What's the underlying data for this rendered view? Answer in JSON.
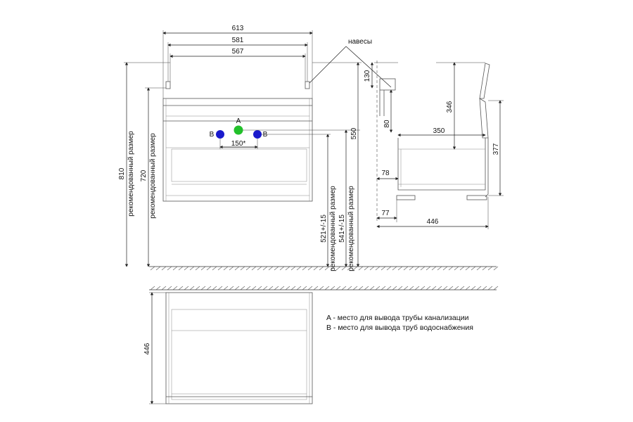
{
  "front": {
    "dim_top1": "613",
    "dim_top2": "581",
    "dim_top3": "567",
    "dim_810": "810",
    "dim_720": "720",
    "dim_550": "550",
    "dim_521": "521+/-15",
    "dim_541": "541+/-15",
    "dim_150": "150*",
    "label_rec_outer": "рекомендованный размер",
    "label_rec_inner": "рекомендованный размер",
    "label_rec_521": "рекомендованный размер",
    "label_rec_541": "рекомендованный размер",
    "point_a": "A",
    "point_b_left": "B",
    "point_b_right": "B",
    "hinges_label": "навесы"
  },
  "side": {
    "dim_130": "130",
    "dim_80": "80",
    "dim_346": "346",
    "dim_350": "350",
    "dim_377": "377",
    "dim_78": "78",
    "dim_77": "77",
    "dim_446": "446"
  },
  "plan": {
    "dim_446": "446"
  },
  "legend": {
    "a_text": "A - место для вывода трубы канализации",
    "b_text": "B - место для вывода труб водоснабжения"
  },
  "colors": {
    "point_a": "#22c02a",
    "point_b": "#1a1acc"
  }
}
